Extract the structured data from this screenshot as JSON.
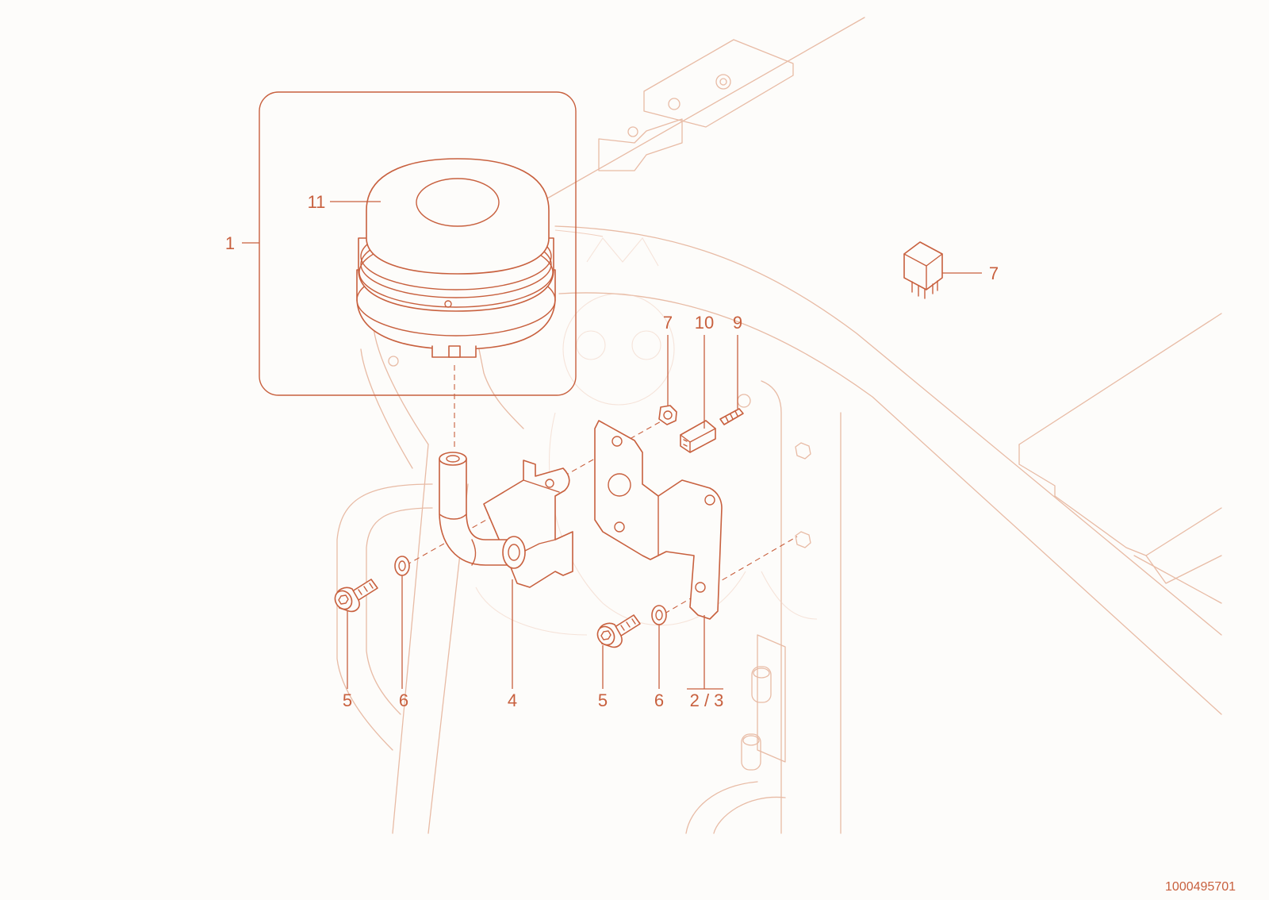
{
  "diagram": {
    "document_number": "1000495701",
    "callouts": {
      "item_1": "1",
      "item_11": "11",
      "item_7_relay": "7",
      "item_7_nut": "7",
      "item_10": "10",
      "item_9": "9",
      "item_5_left": "5",
      "item_6_left": "6",
      "item_4": "4",
      "item_5_right": "5",
      "item_6_right": "6",
      "item_2_3": "2 / 3"
    }
  },
  "colors": {
    "part_stroke": "#c8603e",
    "background_stroke": "#e8bba5",
    "background": "#fdfcfa"
  }
}
